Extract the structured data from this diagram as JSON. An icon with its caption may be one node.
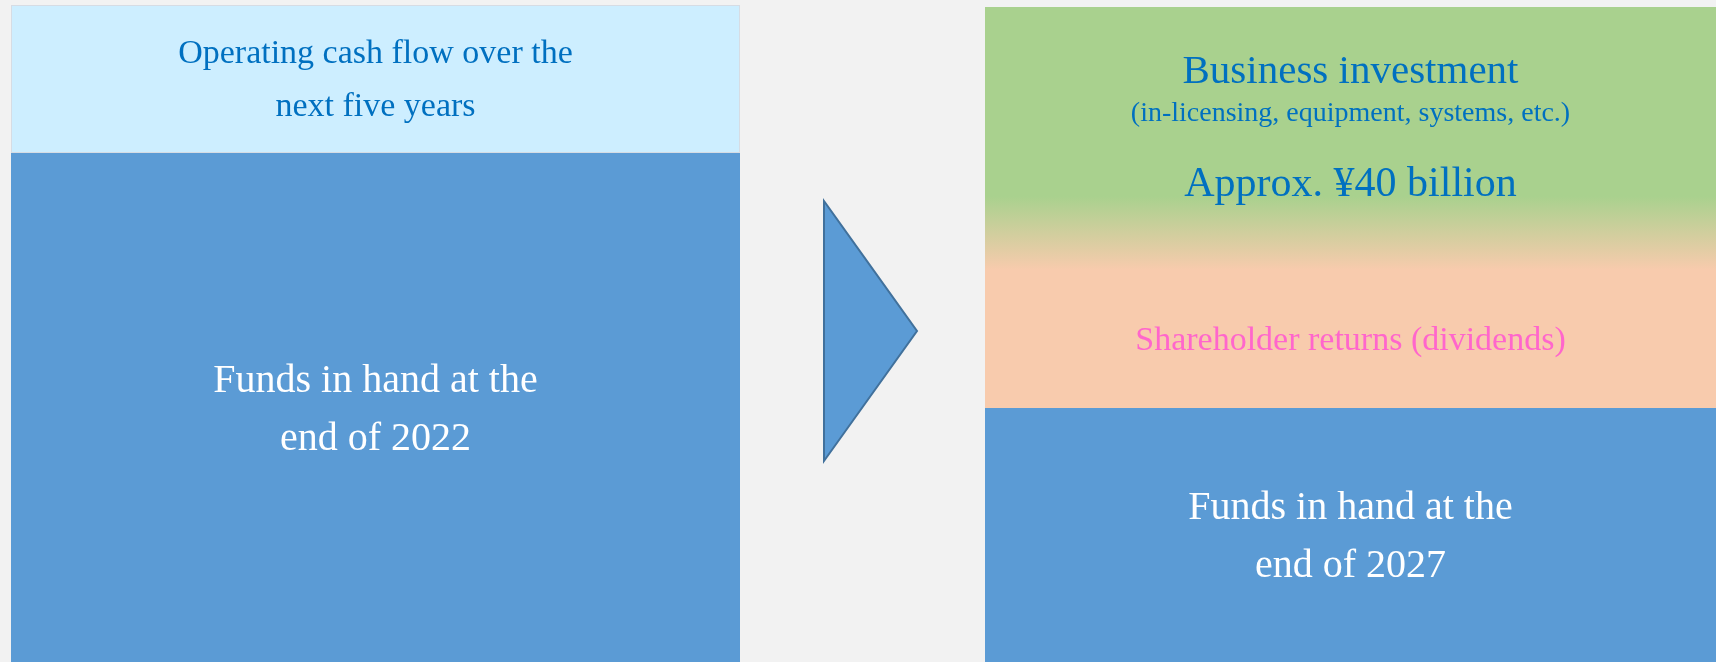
{
  "diagram": {
    "nodes": [
      {
        "text": [
          "Operating cash flow over the next five years"
        ]
      },
      {
        "text": [
          "Funds in hand at the end of 2022"
        ]
      },
      {
        "text": [
          "Business investment",
          "(in-licensing, equipment, systems, etc.)",
          "Approx. ¥40 billion"
        ]
      },
      {
        "text": [
          "Shareholder returns (dividends)"
        ]
      },
      {
        "text": [
          "Funds in hand at the end of 2027"
        ]
      }
    ],
    "edges": [
      {
        "from": 1,
        "to": 2,
        "arrow": "to"
      }
    ]
  }
}
